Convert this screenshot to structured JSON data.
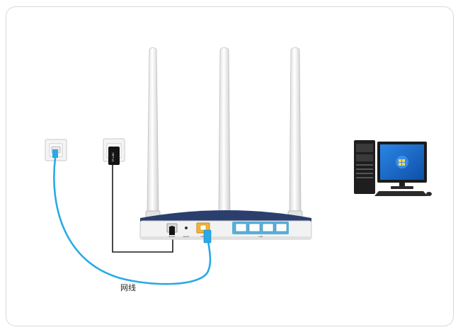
{
  "diagram": {
    "cable_label": "网线",
    "router_port_labels": {
      "power": "Power",
      "reset": "Reset",
      "wan": "WAN",
      "lan": "LAN"
    },
    "adapter_brand": "TP-LINK",
    "colors": {
      "network_cable": "#29a9e6",
      "power_cable": "#1a1a1a",
      "router_body": "#f2f2f2",
      "router_trim": "#2b3f6e",
      "lan_ports": "#5ab0d8",
      "wan_port": "#f2b33a",
      "monitor_screen": "#1f6fd6"
    },
    "icons": {
      "wall_network_socket": "ethernet-wall-socket-icon",
      "wall_power_socket": "power-wall-socket-icon",
      "router": "wireless-router-icon",
      "computer": "desktop-computer-icon"
    }
  }
}
